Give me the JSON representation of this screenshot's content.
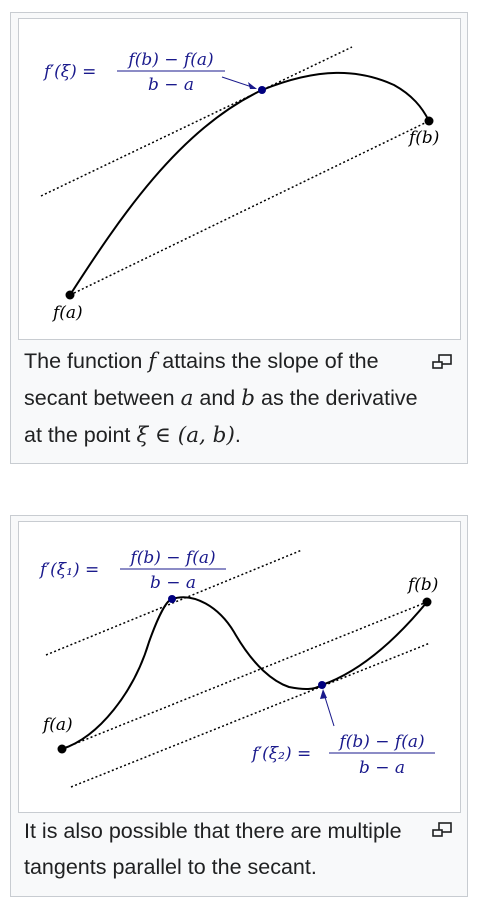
{
  "figure1": {
    "labels": {
      "fa": "f(a)",
      "fb": "f(b)",
      "deriv_lhs": "f′(ξ) =",
      "frac_num": "f(b) − f(a)",
      "frac_den": "b − a"
    },
    "caption": {
      "t1": "The function ",
      "m_f": "f",
      "t2": " attains the slope of the secant between ",
      "m_a": "a",
      "t3": " and ",
      "m_b": "b",
      "t4": " as the derivative at the point ",
      "m_xi": "ξ ∈ (a, b)",
      "t5": "."
    }
  },
  "figure2": {
    "labels": {
      "fa": "f(a)",
      "fb": "f(b)",
      "deriv1_lhs": "f′(ξ₁) =",
      "deriv1_num": "f(b) − f(a)",
      "deriv1_den": "b − a",
      "deriv2_lhs": "f′(ξ₂) =",
      "deriv2_num": "f(b) − f(a)",
      "deriv2_den": "b − a"
    },
    "caption": {
      "text": "It is also possible that there are multiple tangents parallel to the secant."
    }
  },
  "icons": [
    "enlarge-icon"
  ],
  "colors": {
    "annotation": "#1a1a8c",
    "point": "#00007f",
    "curve": "#000000",
    "border": "#c8ccd1",
    "thumb_bg": "#f8f9fa"
  }
}
